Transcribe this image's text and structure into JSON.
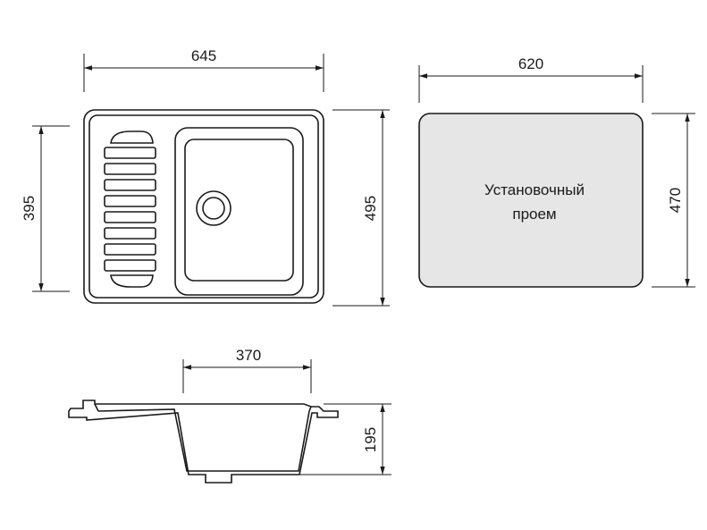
{
  "dimensions": {
    "sink_width": "645",
    "sink_height": "395",
    "sink_outer_height": "495",
    "cutout_width": "620",
    "cutout_height": "470",
    "bowl_width": "370",
    "bowl_depth": "195"
  },
  "cutout_label": {
    "line1": "Установочный",
    "line2": "проем"
  }
}
